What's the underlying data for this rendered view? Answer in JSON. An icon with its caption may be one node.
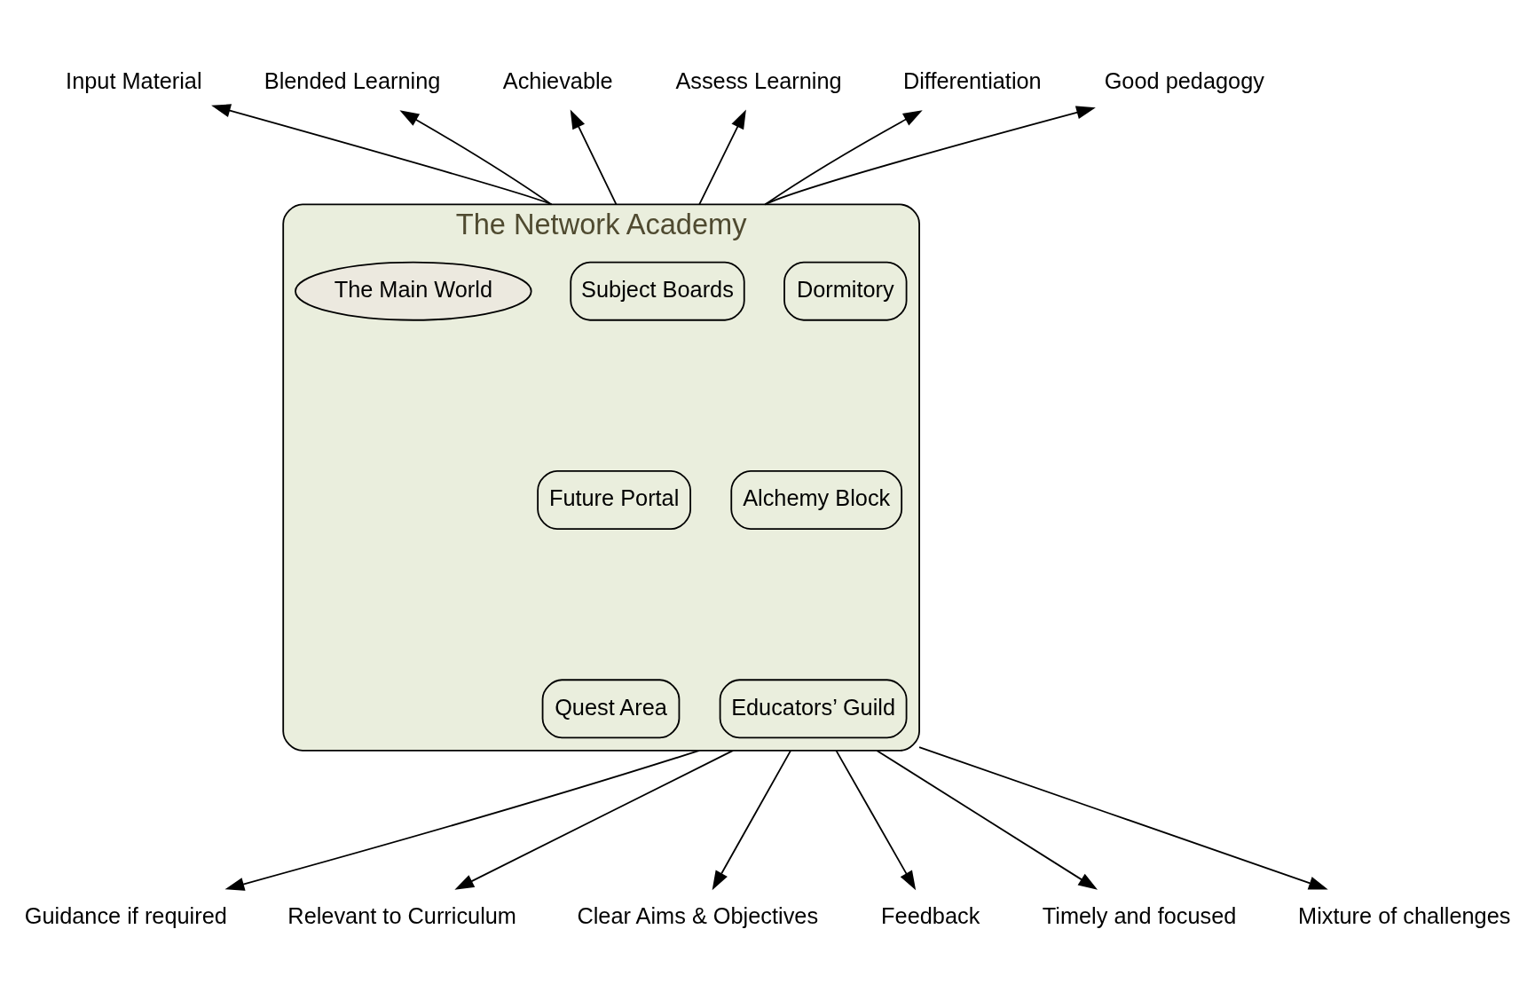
{
  "diagram": {
    "nodes": [
      {
        "text": [
          "Input Material"
        ]
      },
      {
        "text": [
          "Blended Learning"
        ]
      },
      {
        "text": [
          "Achievable"
        ]
      },
      {
        "text": [
          "Assess Learning"
        ]
      },
      {
        "text": [
          "The Network Academy"
        ]
      },
      {
        "text": [
          "Differentiation"
        ]
      },
      {
        "text": [
          "Dormitory"
        ],
        "in": 4
      },
      {
        "text": [
          "Subject Boards"
        ],
        "in": 4
      },
      {
        "text": [
          "The Main World"
        ],
        "in": 4
      },
      {
        "text": [
          "Good pedagogy"
        ]
      },
      {
        "text": [
          "Alchemy Block"
        ],
        "in": 4
      },
      {
        "text": [
          "Future Portal"
        ],
        "in": 4
      },
      {
        "text": [
          "Guidance if required"
        ]
      },
      {
        "text": [
          "Educators’ Guild"
        ],
        "in": 4
      },
      {
        "text": [
          "Quest Area"
        ],
        "in": 4
      },
      {
        "text": [
          "Relevant to Curriculum"
        ]
      },
      {
        "text": [
          "Clear Aims & Objectives"
        ]
      },
      {
        "text": [
          "Feedback"
        ]
      },
      {
        "text": [
          "Timely and focused"
        ]
      },
      {
        "text": [
          "Mixture of challenges"
        ]
      }
    ],
    "edges": [
      {
        "from": 4,
        "to": 2,
        "arrow": "to"
      },
      {
        "from": 4,
        "to": 1,
        "arrow": "to"
      },
      {
        "from": 4,
        "to": 0,
        "arrow": "to"
      },
      {
        "from": 4,
        "to": 3,
        "arrow": "to"
      },
      {
        "from": 4,
        "to": 5,
        "arrow": "to"
      },
      {
        "from": 4,
        "to": 9,
        "arrow": "to"
      },
      {
        "from": 4,
        "to": 12,
        "arrow": "to"
      },
      {
        "from": 4,
        "to": 15,
        "arrow": "to"
      },
      {
        "from": 4,
        "to": 16,
        "arrow": "to"
      },
      {
        "from": 4,
        "to": 17,
        "arrow": "to"
      },
      {
        "from": 4,
        "to": 19,
        "arrow": "to"
      },
      {
        "from": 4,
        "to": 18,
        "arrow": "to"
      }
    ]
  }
}
